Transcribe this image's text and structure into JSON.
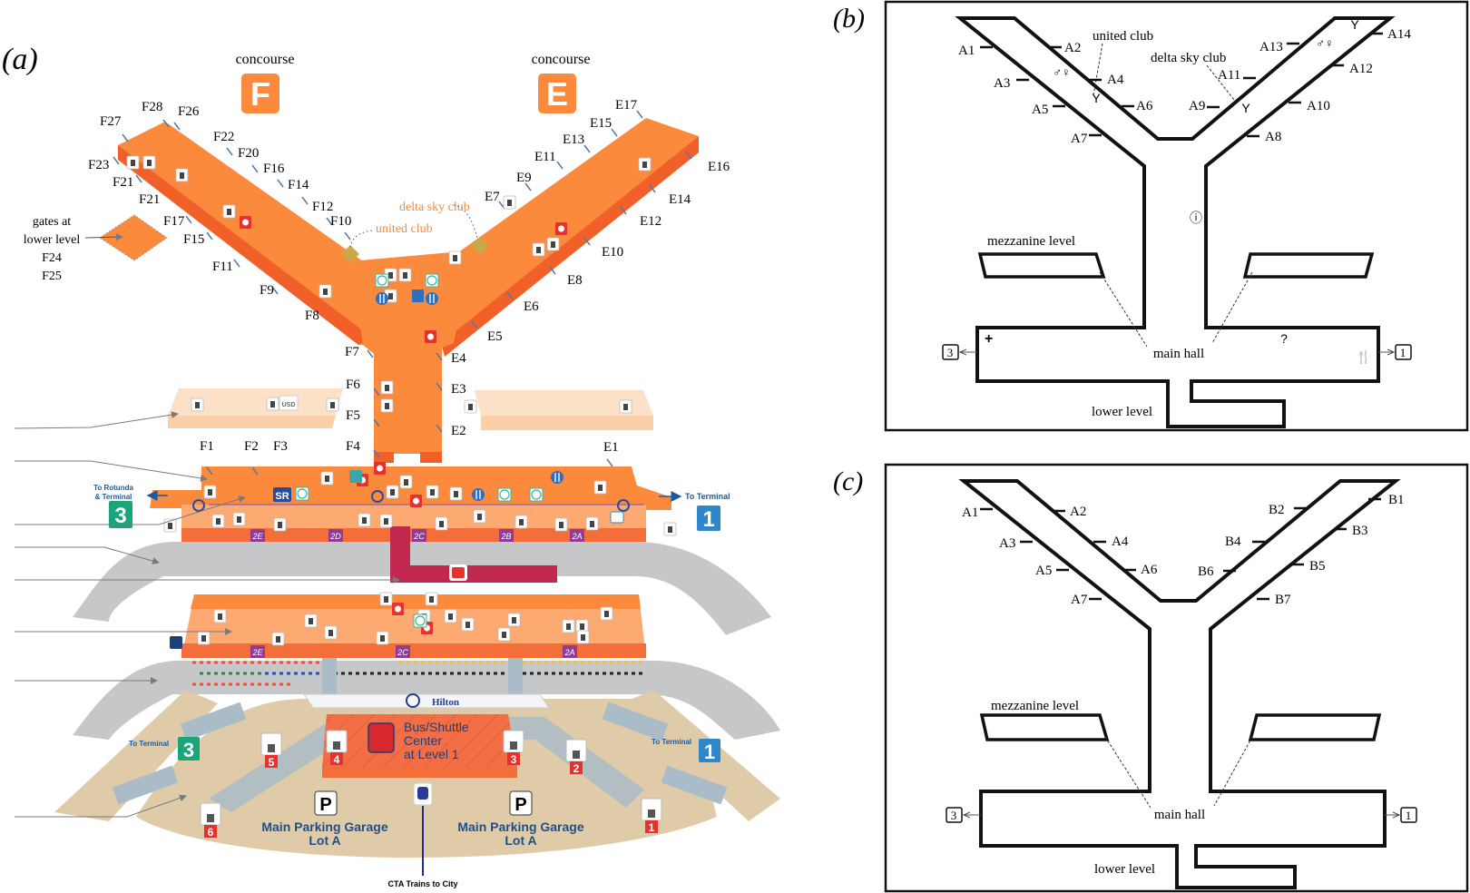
{
  "panels": {
    "a": {
      "label": "(a)"
    },
    "b": {
      "label": "(b)"
    },
    "c": {
      "label": "(c)"
    }
  },
  "panel_a": {
    "concourse_f": {
      "caption": "concourse",
      "letter": "F"
    },
    "concourse_e": {
      "caption": "concourse",
      "letter": "E"
    },
    "gates_f_upper": [
      {
        "id": "F28",
        "label": "F28"
      },
      {
        "id": "F27",
        "label": "F27"
      },
      {
        "id": "F26",
        "label": "F26"
      },
      {
        "id": "F23",
        "label": "F23"
      },
      {
        "id": "F22",
        "label": "F22"
      },
      {
        "id": "F21a",
        "label": "F21"
      },
      {
        "id": "F21b",
        "label": "F21"
      },
      {
        "id": "F20",
        "label": "F20"
      },
      {
        "id": "F17",
        "label": "F17"
      },
      {
        "id": "F16",
        "label": "F16"
      },
      {
        "id": "F15",
        "label": "F15"
      },
      {
        "id": "F14",
        "label": "F14"
      },
      {
        "id": "F12",
        "label": "F12"
      },
      {
        "id": "F11",
        "label": "F11"
      },
      {
        "id": "F10",
        "label": "F10"
      },
      {
        "id": "F9",
        "label": "F9"
      },
      {
        "id": "F8",
        "label": "F8"
      },
      {
        "id": "F7",
        "label": "F7"
      },
      {
        "id": "F6",
        "label": "F6"
      },
      {
        "id": "F5",
        "label": "F5"
      },
      {
        "id": "F4",
        "label": "F4"
      },
      {
        "id": "F3",
        "label": "F3"
      },
      {
        "id": "F2",
        "label": "F2"
      },
      {
        "id": "F1",
        "label": "F1"
      }
    ],
    "gates_e": [
      {
        "id": "E17",
        "label": "E17"
      },
      {
        "id": "E16",
        "label": "E16"
      },
      {
        "id": "E15",
        "label": "E15"
      },
      {
        "id": "E14",
        "label": "E14"
      },
      {
        "id": "E13",
        "label": "E13"
      },
      {
        "id": "E12",
        "label": "E12"
      },
      {
        "id": "E11",
        "label": "E11"
      },
      {
        "id": "E10",
        "label": "E10"
      },
      {
        "id": "E9",
        "label": "E9"
      },
      {
        "id": "E8",
        "label": "E8"
      },
      {
        "id": "E7",
        "label": "E7"
      },
      {
        "id": "E6",
        "label": "E6"
      },
      {
        "id": "E5",
        "label": "E5"
      },
      {
        "id": "E4",
        "label": "E4"
      },
      {
        "id": "E3",
        "label": "E3"
      },
      {
        "id": "E2",
        "label": "E2"
      },
      {
        "id": "E1",
        "label": "E1"
      }
    ],
    "lower_level_note": {
      "line1": "gates at",
      "line2": "lower level",
      "gate1": "F24",
      "gate2": "F25"
    },
    "clubs": {
      "delta": "delta sky club",
      "united": "united club"
    },
    "to_rotunda": {
      "line1": "To Rotunda",
      "line2": "& Terminal",
      "terminal": "3"
    },
    "to_terminal_1": {
      "label": "To Terminal",
      "terminal": "1"
    },
    "level_badges": [
      "2E",
      "2D",
      "2C",
      "2B",
      "2A"
    ],
    "lower_badges": [
      "2E",
      "2C",
      "2A"
    ],
    "usd_label": "USD",
    "sr_label": "SR",
    "hilton_label": "Hilton",
    "bus_center": {
      "line1": "Bus/Shuttle",
      "line2": "Center",
      "line3": "at Level 1"
    },
    "garage_left": {
      "p": "P",
      "line1": "Main Parking Garage",
      "line2": "Lot A"
    },
    "garage_right": {
      "p": "P",
      "line1": "Main Parking Garage",
      "line2": "Lot A"
    },
    "elevators": [
      "1",
      "2",
      "3",
      "4",
      "5",
      "6"
    ],
    "to_terminal_3_garage": {
      "label": "To Terminal",
      "terminal": "3"
    },
    "to_terminal_1_garage": {
      "label": "To Terminal",
      "terminal": "1"
    },
    "cta": "CTA Trains to City",
    "colors": {
      "concourse": "#fb8a3c",
      "concourse_dark": "#f2602a",
      "mezz": "#fde0c8",
      "mezz_edge": "#fbcfa8",
      "level2": "#fdaa72",
      "road": "#c6c7c9",
      "garage": "#e0cba9",
      "walkway": "#a9bcc7",
      "transit": "#c0284f",
      "badge": "#8e3c96",
      "t3": "#1aa57c",
      "t1": "#2f86c8",
      "navy": "#1d3f7a"
    }
  },
  "panel_b": {
    "gates_left": [
      "A1",
      "A2",
      "A3",
      "A4",
      "A5",
      "A6",
      "A7"
    ],
    "gates_right": [
      "A8",
      "A9",
      "A10",
      "A11",
      "A12",
      "A13",
      "A14"
    ],
    "united_club": "united club",
    "delta_club": "delta sky club",
    "mezzanine": "mezzanine level",
    "main_hall": "main hall",
    "lower_level": "lower level",
    "terminal_left": "3",
    "terminal_right": "1"
  },
  "panel_c": {
    "gates_left": [
      "A1",
      "A2",
      "A3",
      "A4",
      "A5",
      "A6",
      "A7"
    ],
    "gates_right": [
      "B1",
      "B2",
      "B3",
      "B4",
      "B5",
      "B6",
      "B7"
    ],
    "mezzanine": "mezzanine level",
    "main_hall": "main hall",
    "lower_level": "lower level",
    "terminal_left": "3",
    "terminal_right": "1"
  }
}
